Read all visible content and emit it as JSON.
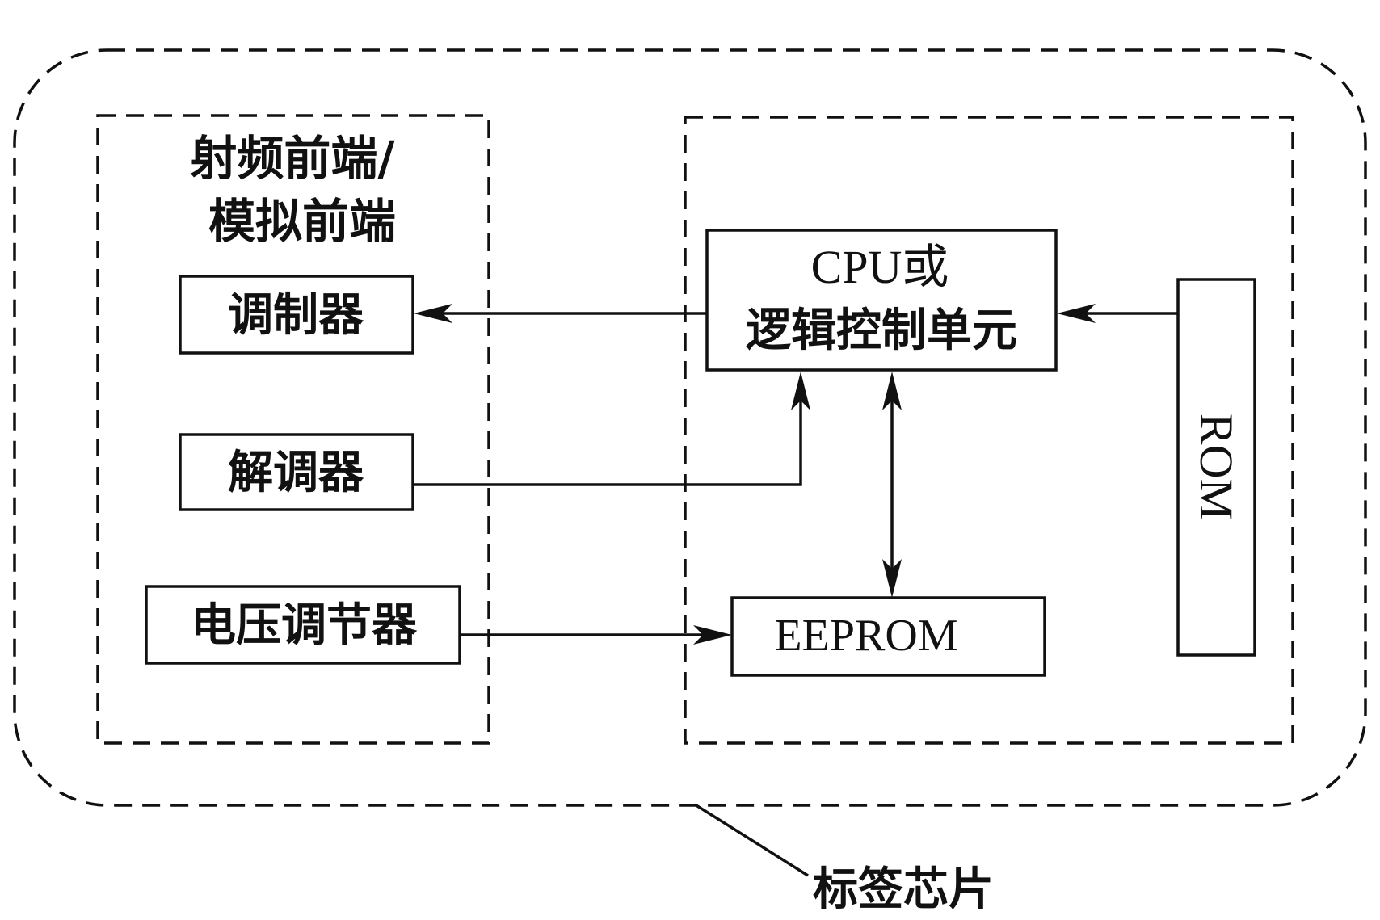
{
  "frontend": {
    "title_line1": "射频前端/",
    "title_line2": "模拟前端",
    "modulator": "调制器",
    "demodulator": "解调器",
    "voltage_regulator": "电压调节器"
  },
  "logic": {
    "cpu_line1": "CPU或",
    "cpu_line2": "逻辑控制单元",
    "eeprom": "EEPROM",
    "rom": "ROM"
  },
  "chip_label": "标签芯片"
}
